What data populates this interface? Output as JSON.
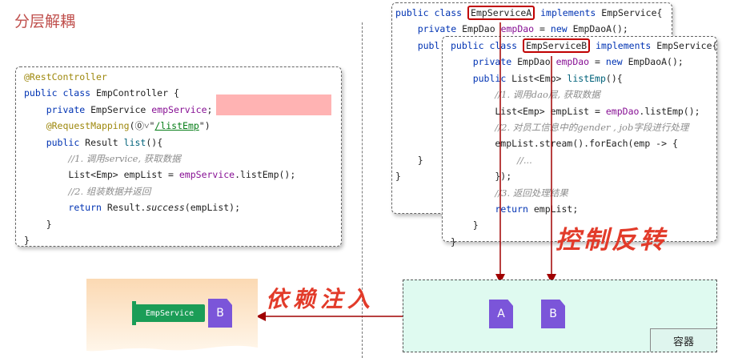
{
  "title": "分层解耦",
  "controller": {
    "lines": [
      [
        {
          "c": "ann",
          "t": "@RestController"
        }
      ],
      [
        {
          "c": "kw",
          "t": "public class "
        },
        {
          "c": "",
          "t": "EmpController {"
        }
      ],
      [
        {
          "c": "",
          "t": "    "
        },
        {
          "c": "kw",
          "t": "private "
        },
        {
          "c": "",
          "t": "EmpService "
        },
        {
          "c": "fld",
          "t": "empService"
        },
        {
          "c": "",
          "t": ";"
        }
      ],
      [
        {
          "c": "",
          "t": "    "
        },
        {
          "c": "ann",
          "t": "@RequestMapping"
        },
        {
          "c": "",
          "t": "(⓪˅\""
        },
        {
          "c": "str",
          "t": "/listEmp"
        },
        {
          "c": "",
          "t": "\")"
        }
      ],
      [
        {
          "c": "",
          "t": "    "
        },
        {
          "c": "kw",
          "t": "public "
        },
        {
          "c": "",
          "t": "Result "
        },
        {
          "c": "mth",
          "t": "list"
        },
        {
          "c": "",
          "t": "(){"
        }
      ],
      [
        {
          "c": "",
          "t": "        "
        },
        {
          "c": "cmt",
          "t": "//1. 调用service, 获取数据"
        }
      ],
      [
        {
          "c": "",
          "t": "        List<Emp> empList = "
        },
        {
          "c": "fld",
          "t": "empService"
        },
        {
          "c": "",
          "t": ".listEmp();"
        }
      ],
      [
        {
          "c": "",
          "t": "        "
        },
        {
          "c": "cmt",
          "t": "//2. 组装数据并返回"
        }
      ],
      [
        {
          "c": "",
          "t": "        "
        },
        {
          "c": "kw",
          "t": "return "
        },
        {
          "c": "",
          "t": "Result."
        },
        {
          "c": "it",
          "t": "success"
        },
        {
          "c": "",
          "t": "(empList);"
        }
      ],
      [
        {
          "c": "",
          "t": "    }"
        }
      ],
      [
        {
          "c": "",
          "t": "}"
        }
      ]
    ]
  },
  "service_a": {
    "lines": [
      [
        {
          "c": "kw",
          "t": "public class "
        },
        {
          "c": "box",
          "t": "EmpServiceA"
        },
        {
          "c": "kw",
          "t": " implements "
        },
        {
          "c": "",
          "t": "EmpService{"
        }
      ],
      [
        {
          "c": "",
          "t": "    "
        },
        {
          "c": "kw",
          "t": "private "
        },
        {
          "c": "",
          "t": "EmpDao "
        },
        {
          "c": "fld",
          "t": "empDao"
        },
        {
          "c": "",
          "t": " = "
        },
        {
          "c": "kw",
          "t": "new "
        },
        {
          "c": "",
          "t": "EmpDaoA();"
        }
      ],
      [
        {
          "c": "",
          "t": "    "
        },
        {
          "c": "kw",
          "t": "publ"
        }
      ],
      [
        {
          "c": "",
          "t": ""
        }
      ],
      [
        {
          "c": "",
          "t": ""
        }
      ],
      [
        {
          "c": "",
          "t": ""
        }
      ],
      [
        {
          "c": "",
          "t": ""
        }
      ],
      [
        {
          "c": "",
          "t": ""
        }
      ],
      [
        {
          "c": "",
          "t": ""
        }
      ],
      [
        {
          "c": "",
          "t": "    }"
        }
      ],
      [
        {
          "c": "",
          "t": "}"
        }
      ]
    ]
  },
  "service_b": {
    "lines": [
      [
        {
          "c": "kw",
          "t": "public class "
        },
        {
          "c": "box",
          "t": "EmpServiceB"
        },
        {
          "c": "kw",
          "t": " implements "
        },
        {
          "c": "",
          "t": "EmpService{"
        }
      ],
      [
        {
          "c": "",
          "t": "    "
        },
        {
          "c": "kw",
          "t": "private "
        },
        {
          "c": "",
          "t": "EmpDao "
        },
        {
          "c": "fld",
          "t": "empDao"
        },
        {
          "c": "",
          "t": " = "
        },
        {
          "c": "kw",
          "t": "new "
        },
        {
          "c": "",
          "t": "EmpDaoA();"
        }
      ],
      [
        {
          "c": "",
          "t": "    "
        },
        {
          "c": "kw",
          "t": "public "
        },
        {
          "c": "",
          "t": "List<Emp> "
        },
        {
          "c": "mth",
          "t": "listEmp"
        },
        {
          "c": "",
          "t": "(){"
        }
      ],
      [
        {
          "c": "",
          "t": "        "
        },
        {
          "c": "cmt",
          "t": "//1. 调用dao层, 获取数据"
        }
      ],
      [
        {
          "c": "",
          "t": "        List<Emp> empList = "
        },
        {
          "c": "fld",
          "t": "empDao"
        },
        {
          "c": "",
          "t": ".listEmp();"
        }
      ],
      [
        {
          "c": "",
          "t": "        "
        },
        {
          "c": "cmt",
          "t": "//2. 对员工信息中的gender , job字段进行处理"
        }
      ],
      [
        {
          "c": "",
          "t": "        empList.stream().forEach(emp -> {"
        }
      ],
      [
        {
          "c": "",
          "t": "            "
        },
        {
          "c": "cmt",
          "t": "//..."
        }
      ],
      [
        {
          "c": "",
          "t": "        });"
        }
      ],
      [
        {
          "c": "",
          "t": "        "
        },
        {
          "c": "cmt",
          "t": "//3. 返回处理结果"
        }
      ],
      [
        {
          "c": "",
          "t": "        "
        },
        {
          "c": "kw",
          "t": "return "
        },
        {
          "c": "",
          "t": "empList;"
        }
      ],
      [
        {
          "c": "",
          "t": "    }"
        }
      ],
      [
        {
          "c": "",
          "t": "}"
        }
      ]
    ]
  },
  "annotations": {
    "ioc": "控制反转",
    "di": "依赖注入"
  },
  "container": {
    "label": "容器",
    "items": [
      "A",
      "B"
    ]
  },
  "consumer": {
    "empservice": "EmpService",
    "bean": "B"
  },
  "colors": {
    "arrow": "#a00000",
    "container_bg": "#dffaf0",
    "file_badge": "#7b55d9",
    "empservice_tag": "#1b9d57",
    "handwriting": "#e23b2a"
  }
}
